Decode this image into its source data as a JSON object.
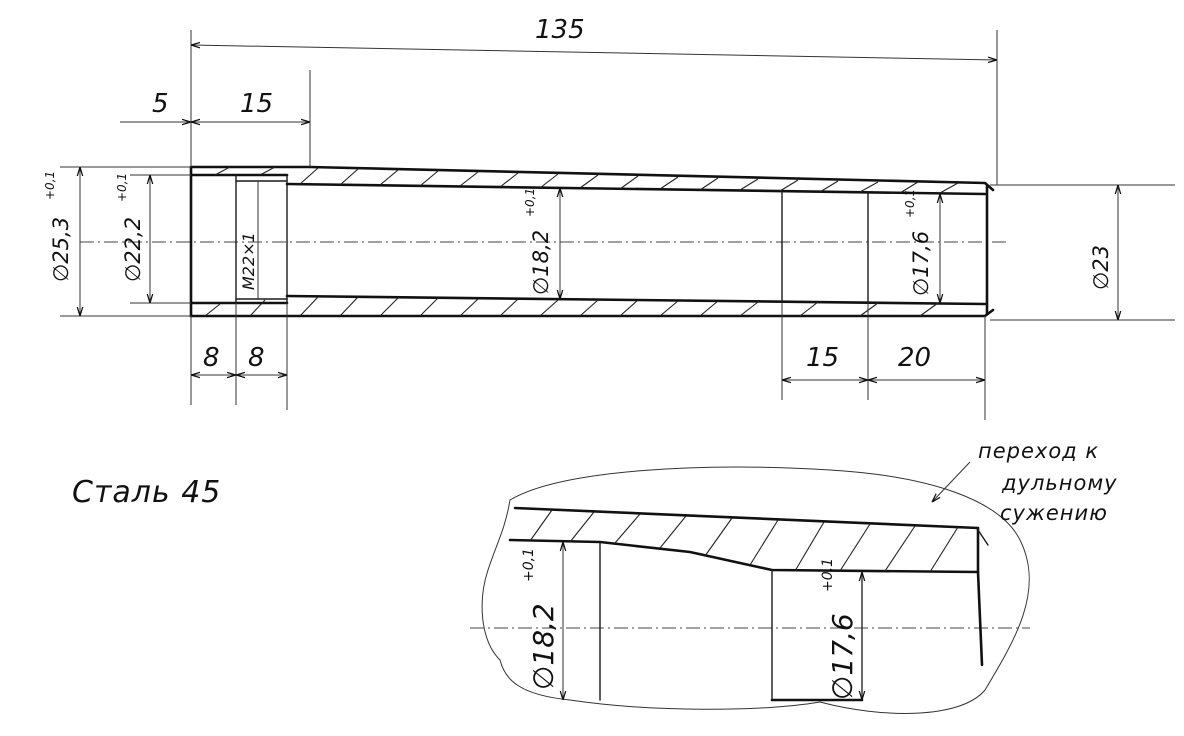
{
  "dimensions": {
    "overall_length": "135",
    "offset_5": "5",
    "offset_15_top": "15",
    "len_8_a": "8",
    "len_8_b": "8",
    "len_15_bottom": "15",
    "len_20_bottom": "20"
  },
  "diameters": {
    "outer_rear": "∅25,3",
    "outer_rear_tol": "+0,1",
    "bore_rear": "∅22,2",
    "bore_rear_tol": "+0,1",
    "thread": "M22×1",
    "bore_main": "∅18,2",
    "bore_main_tol": "+0,1",
    "bore_muzzle": "∅17,6",
    "bore_muzzle_tol": "+0,1",
    "outer_muzzle": "∅23"
  },
  "detail": {
    "note_line1": "переход к",
    "note_line2": "дульному",
    "note_line3": "сужению",
    "bore_main": "∅18,2",
    "bore_main_tol": "+0,1",
    "bore_muzzle": "∅17,6",
    "bore_muzzle_tol": "+0,1"
  },
  "material": "Сталь 45"
}
